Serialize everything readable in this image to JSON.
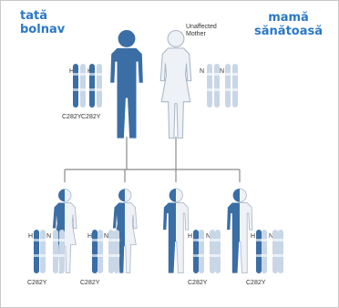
{
  "labels": {
    "father": [
      "tată",
      "bolnav"
    ],
    "mother": [
      "mamă",
      "sănătoasă"
    ],
    "unaffected_mother": [
      "Unaffected",
      "Mother"
    ],
    "allele_normal": "N",
    "allele_variant": "C282Y",
    "gene_pair_father": "H",
    "gene_pair_child": "H"
  },
  "colors": {
    "affected": "#3a6ea5",
    "unaffected_fill": "#eef1f5",
    "unaffected_stroke": "#a9b7c8",
    "chromosome_light": "#c9d6e6",
    "line": "#8a8a8a"
  }
}
